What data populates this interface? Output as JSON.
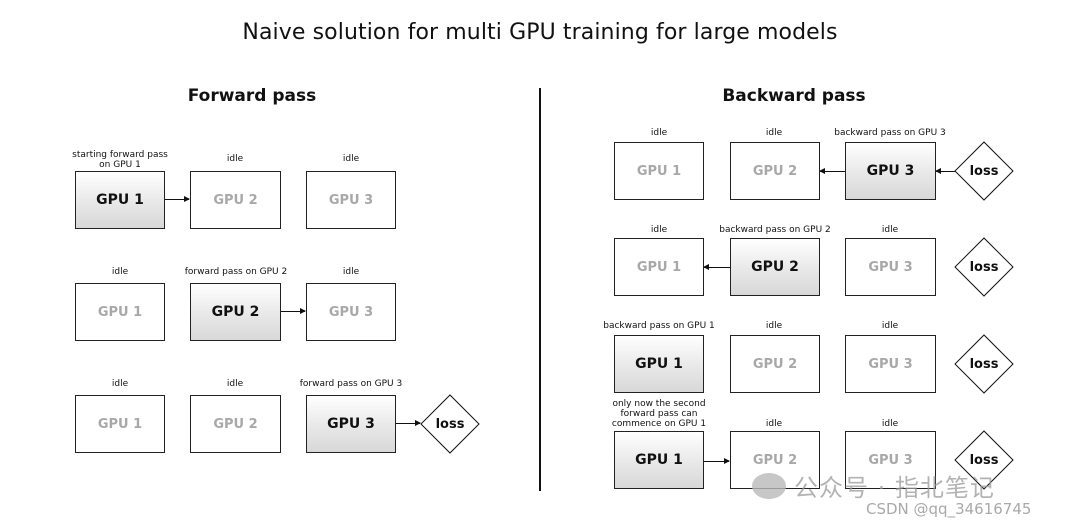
{
  "title": "Naive solution for multi GPU training for large models",
  "forward": {
    "title": "Forward pass",
    "rows": [
      {
        "labels": [
          "starting forward pass\non GPU 1",
          "idle",
          "idle"
        ],
        "boxes": [
          "GPU 1",
          "GPU 2",
          "GPU 3"
        ]
      },
      {
        "labels": [
          "idle",
          "forward pass on GPU 2",
          "idle"
        ],
        "boxes": [
          "GPU 1",
          "GPU 2",
          "GPU 3"
        ]
      },
      {
        "labels": [
          "idle",
          "idle",
          "forward pass on GPU 3"
        ],
        "boxes": [
          "GPU 1",
          "GPU 2",
          "GPU 3"
        ],
        "loss": "loss"
      }
    ]
  },
  "backward": {
    "title": "Backward pass",
    "rows": [
      {
        "labels": [
          "idle",
          "idle",
          "backward pass on GPU 3"
        ],
        "boxes": [
          "GPU 1",
          "GPU 2",
          "GPU 3"
        ],
        "loss": "loss"
      },
      {
        "labels": [
          "idle",
          "backward pass on GPU 2",
          "idle"
        ],
        "boxes": [
          "GPU 1",
          "GPU 2",
          "GPU 3"
        ],
        "loss": "loss"
      },
      {
        "labels": [
          "backward pass on GPU 1",
          "idle",
          "idle"
        ],
        "boxes": [
          "GPU 1",
          "GPU 2",
          "GPU 3"
        ],
        "loss": "loss"
      },
      {
        "labels": [
          "only now the second\nforward pass can\ncommence on GPU 1",
          "idle",
          "idle"
        ],
        "boxes": [
          "GPU 1",
          "GPU 2",
          "GPU 3"
        ],
        "loss": "loss"
      }
    ]
  },
  "watermark": {
    "text": "公众号 · 指北笔记",
    "csdn": "CSDN @qq_34616745"
  }
}
